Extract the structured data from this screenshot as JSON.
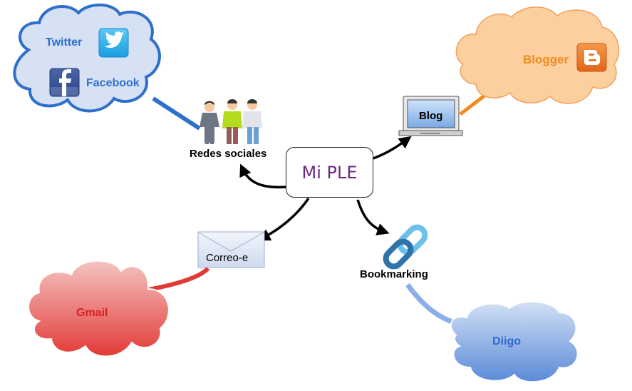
{
  "center": {
    "label": "Mi PLE",
    "color": "#6a2a86"
  },
  "nodes": {
    "social": {
      "label": "Redes sociales"
    },
    "blog": {
      "label": "Blog"
    },
    "email": {
      "label": "Correo-e"
    },
    "bookmarking": {
      "label": "Bookmarking"
    }
  },
  "clouds": {
    "social": {
      "items": [
        {
          "label": "Twitter",
          "icon": "twitter-icon"
        },
        {
          "label": "Facebook",
          "icon": "facebook-icon"
        }
      ],
      "color": "#2e6fcc"
    },
    "blogger": {
      "label": "Blogger",
      "icon": "blogger-icon",
      "color": "#f28a1e"
    },
    "gmail": {
      "label": "Gmail",
      "color": "#d92020"
    },
    "diigo": {
      "label": "Diigo",
      "color": "#2f6ad0"
    }
  },
  "icons": {
    "twitter_glyph": "🐦",
    "facebook_glyph": "f",
    "blogger_glyph": "B"
  }
}
